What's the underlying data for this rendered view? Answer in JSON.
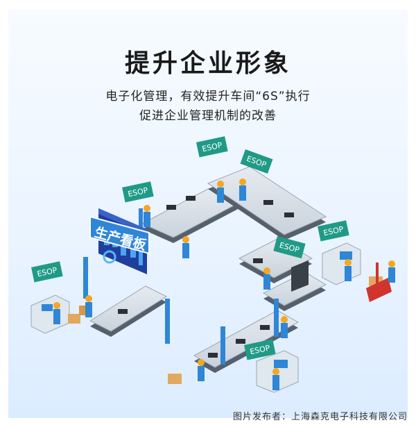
{
  "heading": "提升企业形象",
  "subtitle_line1": "电子化管理，有效提升车间“6S”执行",
  "subtitle_line2": "促进企业管理机制的改善",
  "board_label": "生产看板",
  "sign_label": "ESOP",
  "caption": "图片发布者：上海森克电子科技有限公司",
  "colors": {
    "accent_blue": "#2f86d6",
    "sign_green": "#1f9a86",
    "belt_gray": "#5a6470",
    "worker_orange": "#f5a623"
  }
}
